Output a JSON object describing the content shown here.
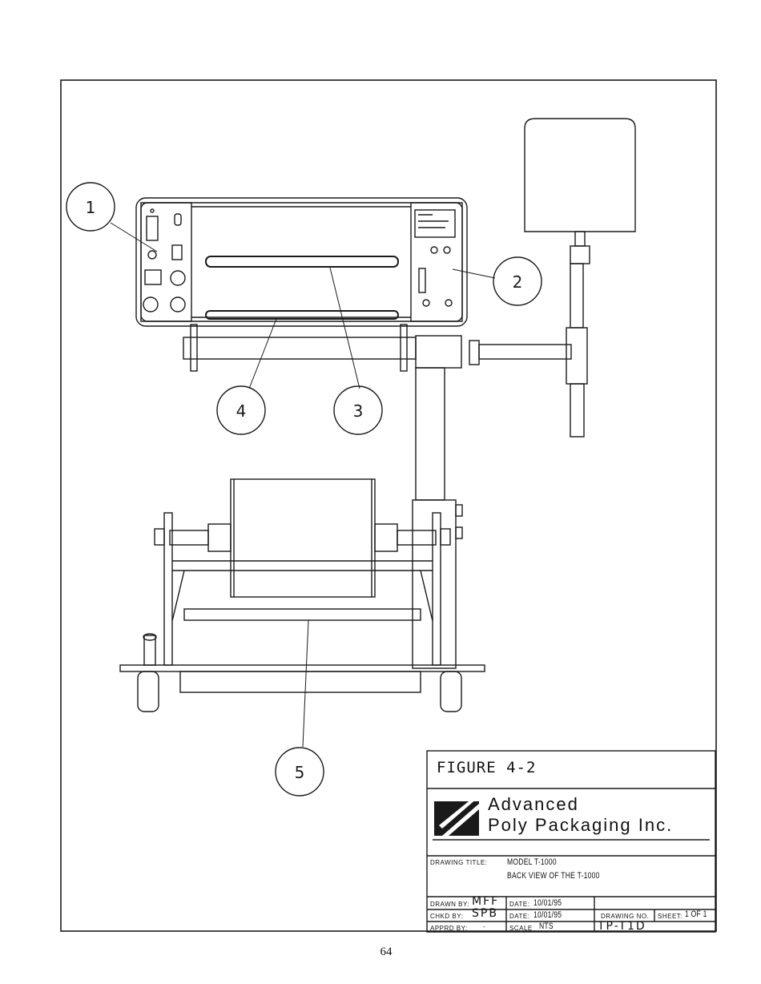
{
  "callouts": [
    "1",
    "2",
    "3",
    "4",
    "5"
  ],
  "title_block": {
    "figure": "FIGURE  4-2",
    "company_line1": "Advanced",
    "company_line2": "Poly Packaging Inc.",
    "drawing_title_label": "DRAWING TITLE:",
    "drawing_title_line1": "MODEL T-1000",
    "drawing_title_line2": "BACK VIEW OF THE T-1000",
    "drawn_by_label": "DRAWN BY:",
    "drawn_by": "MFF",
    "chkd_by_label": "CHKD BY:",
    "chkd_by": "SPB",
    "apprd_by_label": "APPRD BY:",
    "apprd_by": "-",
    "date_label": "DATE:",
    "date_1": "10/01/95",
    "date_2": "10/01/95",
    "scale_label": "SCALE",
    "scale": "NTS",
    "drawing_no_label": "DRAWING NO.",
    "drawing_no": "TP-T1D",
    "sheet_label": "SHEET:",
    "sheet": "1 OF 1"
  },
  "page_number": "64",
  "colors": {
    "ink": "#1a1a1a",
    "paper": "#ffffff"
  }
}
